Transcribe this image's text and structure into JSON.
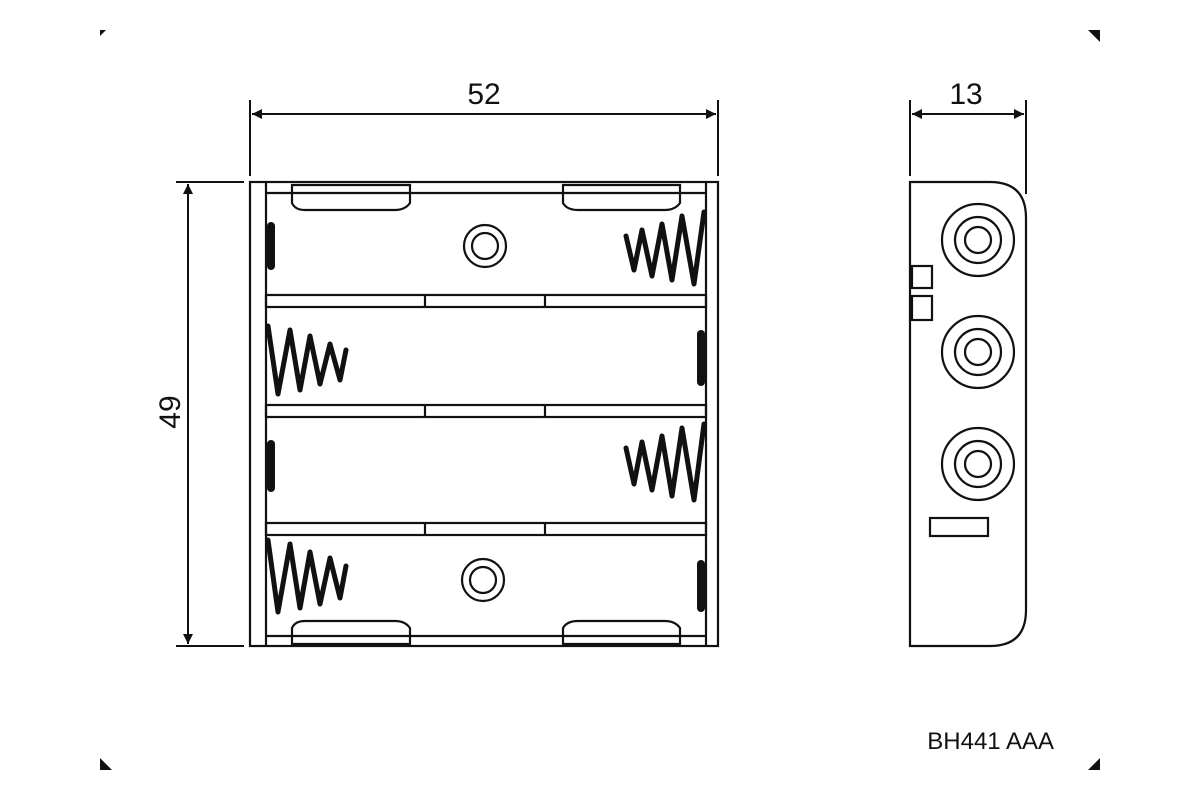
{
  "diagram": {
    "dimensions": {
      "width": "52",
      "height": "49",
      "depth": "13"
    },
    "model_label": "BH441 AAA",
    "colors": {
      "line": "#111111",
      "background": "#ffffff"
    }
  }
}
